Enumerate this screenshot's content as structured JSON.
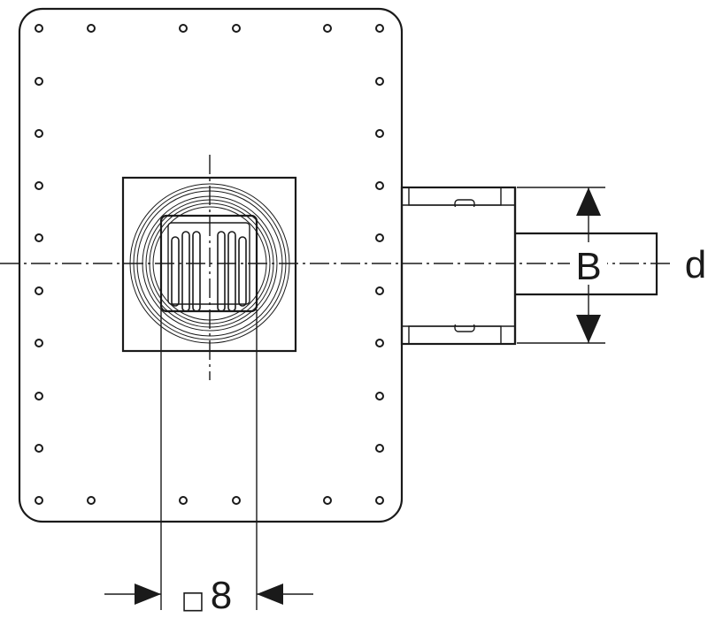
{
  "labels": {
    "width_dim": "B",
    "diameter_dim": "d",
    "grate_dim": "8",
    "grate_symbol": "□"
  },
  "colors": {
    "line": "#1a1a1a",
    "background": "#ffffff"
  }
}
